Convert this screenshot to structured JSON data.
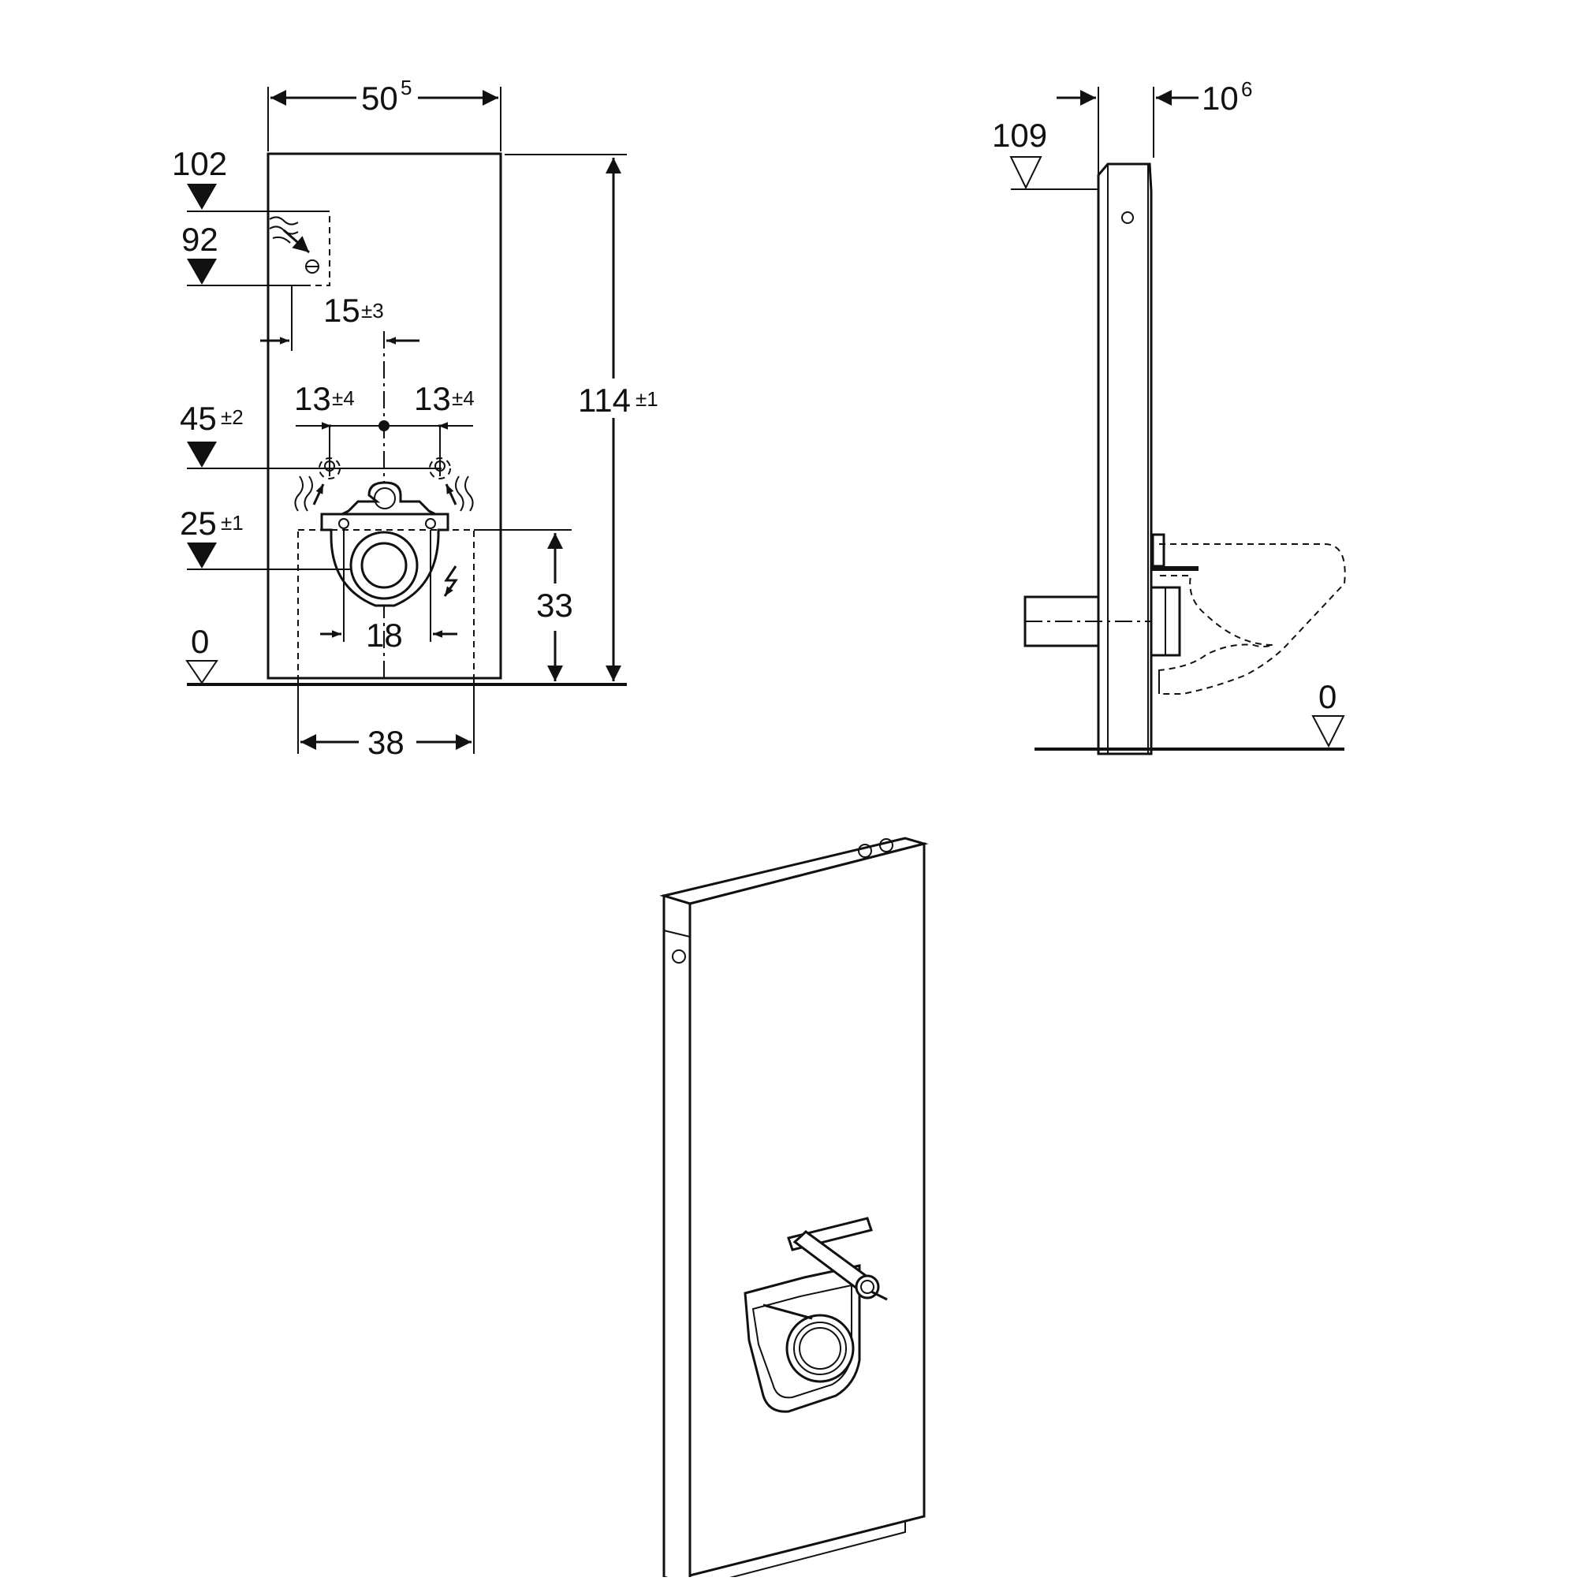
{
  "front_view": {
    "width": {
      "main": "50",
      "sup": "5"
    },
    "height": {
      "main": "114",
      "tol": "±1"
    },
    "level_102": "102",
    "level_92": "92",
    "offset_15": {
      "main": "15",
      "tol": "±3"
    },
    "offset_13_left": {
      "main": "13",
      "tol": "±4"
    },
    "offset_13_right": {
      "main": "13",
      "tol": "±4"
    },
    "level_45": {
      "main": "45",
      "tol": "±2"
    },
    "level_25": {
      "main": "25",
      "tol": "±1"
    },
    "level_0": "0",
    "dim_18": "18",
    "dim_33": "33",
    "dim_38": "38"
  },
  "side_view": {
    "level_109": "109",
    "depth": {
      "main": "10",
      "sup": "6"
    },
    "level_0": "0"
  }
}
